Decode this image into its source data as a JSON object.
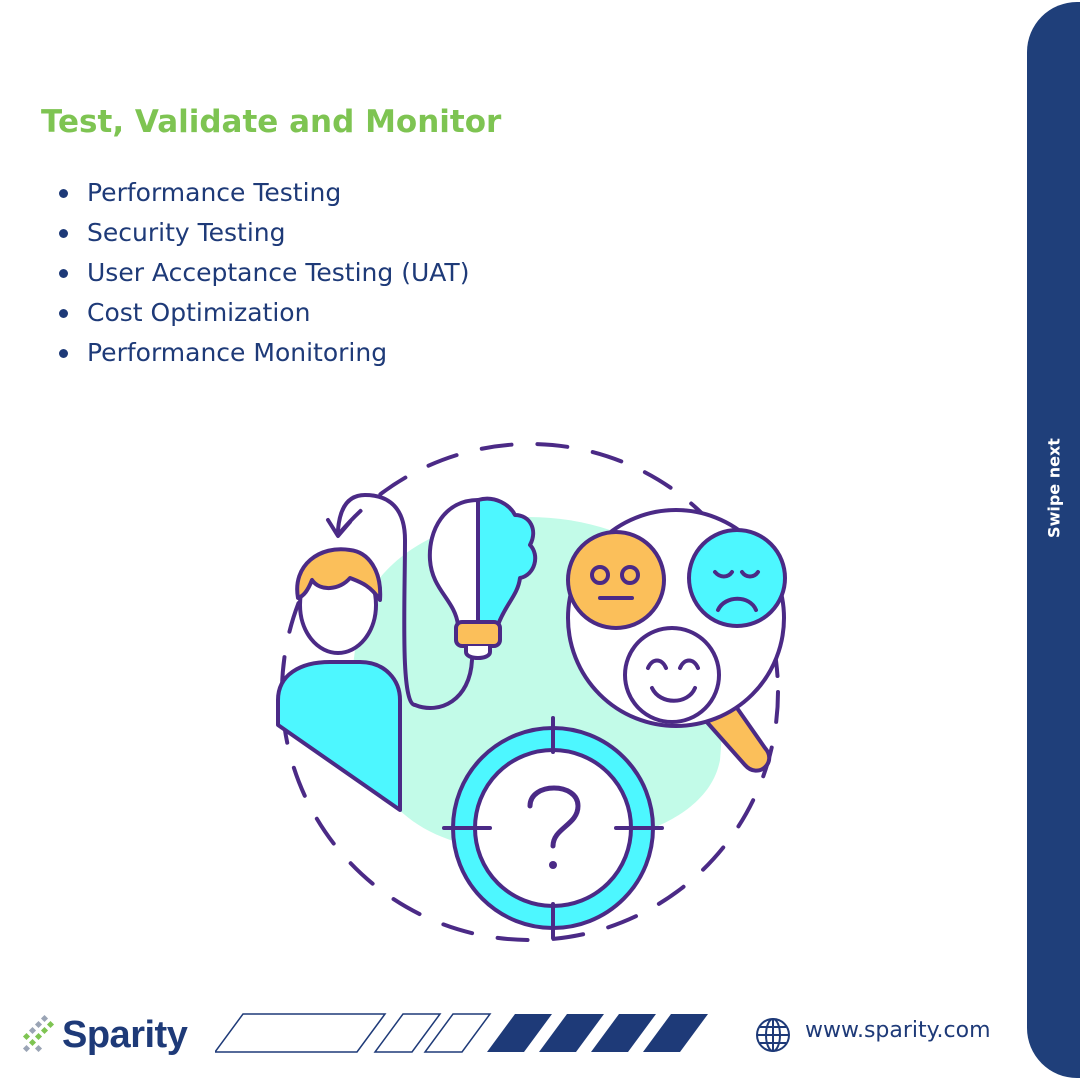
{
  "heading": "Test, Validate and Monitor",
  "bullets": [
    "Performance Testing",
    "Security Testing",
    "User Acceptance Testing (UAT)",
    "Cost Optimization",
    "Performance Monitoring"
  ],
  "side_bar": {
    "label": "Swipe next"
  },
  "footer": {
    "brand": "Sparity",
    "website": "www.sparity.com"
  },
  "colors": {
    "heading_green": "#7ec452",
    "navy": "#1f3f7a",
    "text_navy": "#1e3a78",
    "purple_outline": "#4b2a86",
    "cyan": "#4df7ff",
    "mint": "#c2fbe8",
    "orange": "#fbbf5a"
  },
  "icons": [
    "globe-icon",
    "sparity-logo-icon",
    "person-icon",
    "lightbulb-brain-icon",
    "magnifier-icon",
    "target-question-icon"
  ]
}
